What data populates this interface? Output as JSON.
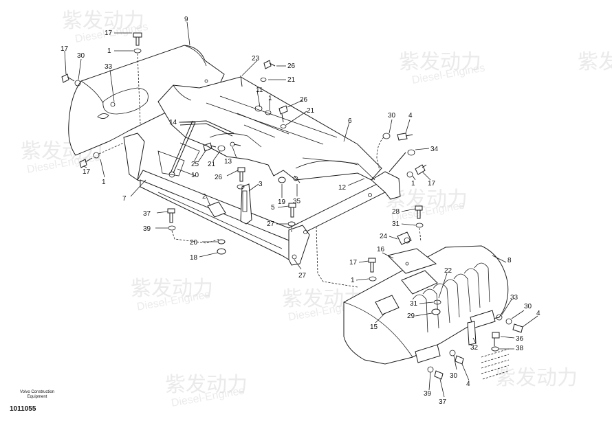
{
  "watermark": {
    "cn": "紫发动力",
    "en": "Diesel-Engines"
  },
  "caption": {
    "manufacturer": "Volvo Construction Equipment",
    "manufacturer_line1": "Volvo Construction",
    "manufacturer_line2": "Equipment",
    "drawing_number": "1011055"
  },
  "callouts": [
    "17",
    "17",
    "1",
    "9",
    "30",
    "33",
    "17",
    "1",
    "23",
    "26",
    "21",
    "11",
    "1",
    "26",
    "21",
    "14",
    "6",
    "30",
    "4",
    "34",
    "1",
    "17",
    "25",
    "21",
    "10",
    "13",
    "26",
    "12",
    "3",
    "7",
    "2",
    "37",
    "39",
    "20",
    "18",
    "19",
    "35",
    "5",
    "27",
    "27",
    "28",
    "31",
    "24",
    "16",
    "8",
    "17",
    "1",
    "22",
    "31",
    "15",
    "29",
    "33",
    "30",
    "4",
    "36",
    "38",
    "32",
    "30",
    "4",
    "39",
    "37"
  ]
}
